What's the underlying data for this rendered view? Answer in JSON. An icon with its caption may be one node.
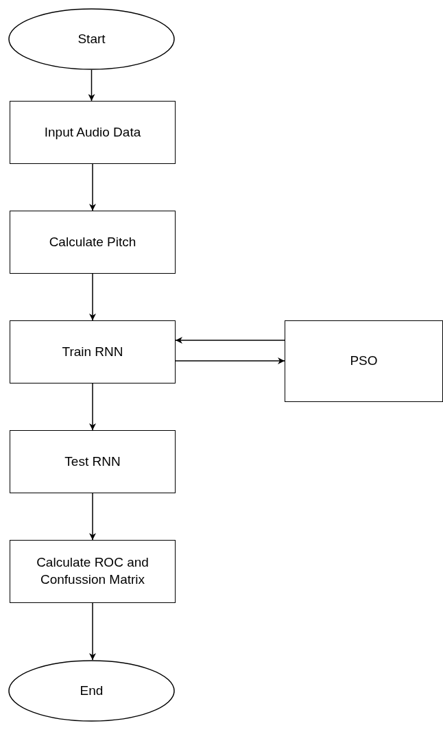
{
  "diagram": {
    "nodes": [
      {
        "text": [
          "Start"
        ]
      },
      {
        "text": [
          "Input Audio Data"
        ]
      },
      {
        "text": [
          "Calculate Pitch"
        ]
      },
      {
        "text": [
          "Train RNN"
        ]
      },
      {
        "text": [
          "PSO"
        ]
      },
      {
        "text": [
          "Test RNN"
        ]
      },
      {
        "text": [
          "Calculate ROC and Confussion Matrix"
        ]
      },
      {
        "text": [
          "End"
        ]
      }
    ],
    "edges": [
      {
        "from": 0,
        "to": 1,
        "arrow": "to"
      },
      {
        "from": 1,
        "to": 2,
        "arrow": "to"
      },
      {
        "from": 2,
        "to": 3,
        "arrow": "to"
      },
      {
        "from": 4,
        "to": 3,
        "arrow": "to"
      },
      {
        "from": 3,
        "to": 4,
        "arrow": "to"
      },
      {
        "from": 3,
        "to": 5,
        "arrow": "to"
      },
      {
        "from": 5,
        "to": 6,
        "arrow": "to"
      },
      {
        "from": 6,
        "to": 7,
        "arrow": "to"
      }
    ]
  }
}
